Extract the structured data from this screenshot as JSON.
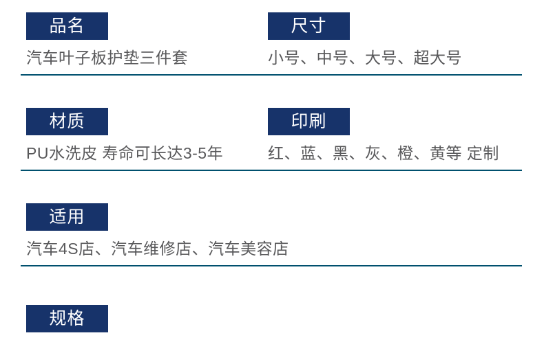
{
  "theme": {
    "background": "#ffffff",
    "badge_background": "#17336a",
    "badge_text_color": "#ffffff",
    "value_text_color": "#58585a",
    "divider_color": "#00506e"
  },
  "spec_rows": [
    {
      "cells": [
        {
          "label": "品名",
          "value": "汽车叶子板护垫三件套"
        },
        {
          "label": "尺寸",
          "value": "小号、中号、大号、超大号"
        }
      ],
      "divider": true
    },
    {
      "cells": [
        {
          "label": "材质",
          "value": "PU水洗皮 寿命可长达3-5年"
        },
        {
          "label": "印刷",
          "value": "红、蓝、黑、灰、橙、黄等 定制"
        }
      ],
      "divider": true
    },
    {
      "cells": [
        {
          "label": "适用",
          "value": "汽车4S店、汽车维修店、汽车美容店"
        }
      ],
      "divider": true
    },
    {
      "cells": [
        {
          "label": "规格",
          "value": ""
        }
      ],
      "divider": false
    }
  ]
}
